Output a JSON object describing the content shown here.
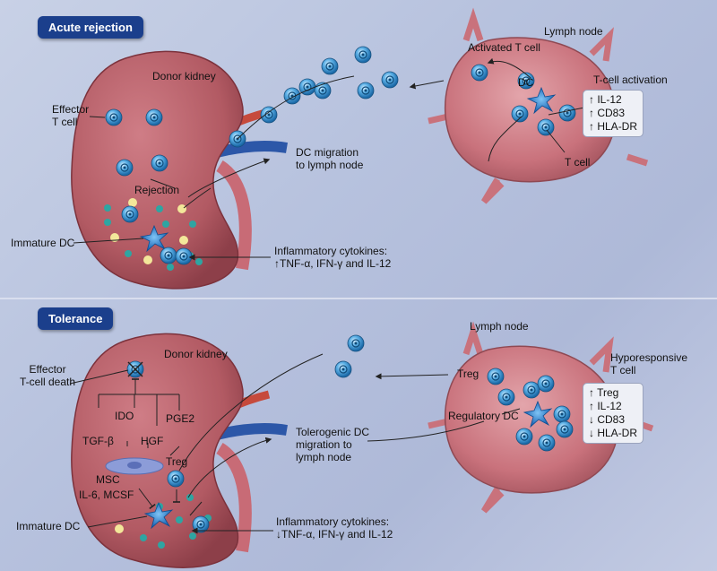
{
  "panels": {
    "acute": {
      "title": "Acute rejection",
      "donor_kidney": "Donor kidney",
      "effector_t_cell": [
        "Effector",
        "T cell"
      ],
      "rejection": "Rejection",
      "immature_dc": "Immature DC",
      "dc_migration": [
        "DC migration",
        "to lymph node"
      ],
      "inflammatory": [
        "Inflammatory cytokines:",
        "TNF-α, IFN-γ and IL-12"
      ],
      "lymph_node": "Lymph node",
      "activated_t_cell": "Activated T cell",
      "dc": "DC",
      "t_cell_activation": "T-cell activation",
      "t_cell": "T cell",
      "markers": [
        {
          "arrow": "↑",
          "label": "IL-12"
        },
        {
          "arrow": "↑",
          "label": "CD83"
        },
        {
          "arrow": "↑",
          "label": "HLA-DR"
        }
      ]
    },
    "tolerance": {
      "title": "Tolerance",
      "donor_kidney": "Donor kidney",
      "effector_death": [
        "Effector",
        "T-cell death"
      ],
      "ido": "IDO",
      "tgf": "TGF-β",
      "hgf": "HGF",
      "pge2": "PGE2",
      "msc": "MSC",
      "il6": "IL-6, MCSF",
      "treg": "Treg",
      "immature_dc": "Immature DC",
      "tolerogenic": [
        "Tolerogenic DC",
        "migration to",
        "lymph node"
      ],
      "inflammatory": [
        "Inflammatory cytokines:",
        "TNF-α, IFN-γ and IL-12"
      ],
      "lymph_node": "Lymph node",
      "treg_ln": "Treg",
      "regulatory_dc": "Regulatory DC",
      "hyporesponsive": [
        "Hyporesponsive",
        "T cell"
      ],
      "markers": [
        {
          "arrow": "↑",
          "label": "Treg"
        },
        {
          "arrow": "↑",
          "label": "IL-12"
        },
        {
          "arrow": "↓",
          "label": "CD83"
        },
        {
          "arrow": "↓",
          "label": "HLA-DR"
        }
      ]
    }
  },
  "colors": {
    "badge": "#1b3f8c",
    "kidney": "#b25a63",
    "lymph_node": "#c9727c",
    "t_cell": "#2a86c6",
    "dendritic_cell": "#1f70c0",
    "cytokine_yellow": "#f3e79a",
    "cytokine_teal": "#2ea5a2"
  },
  "icons": [
    "kidney-shape",
    "lymph-node-shape",
    "t-cell-sphere",
    "dendritic-cell-star",
    "msc-cell"
  ]
}
